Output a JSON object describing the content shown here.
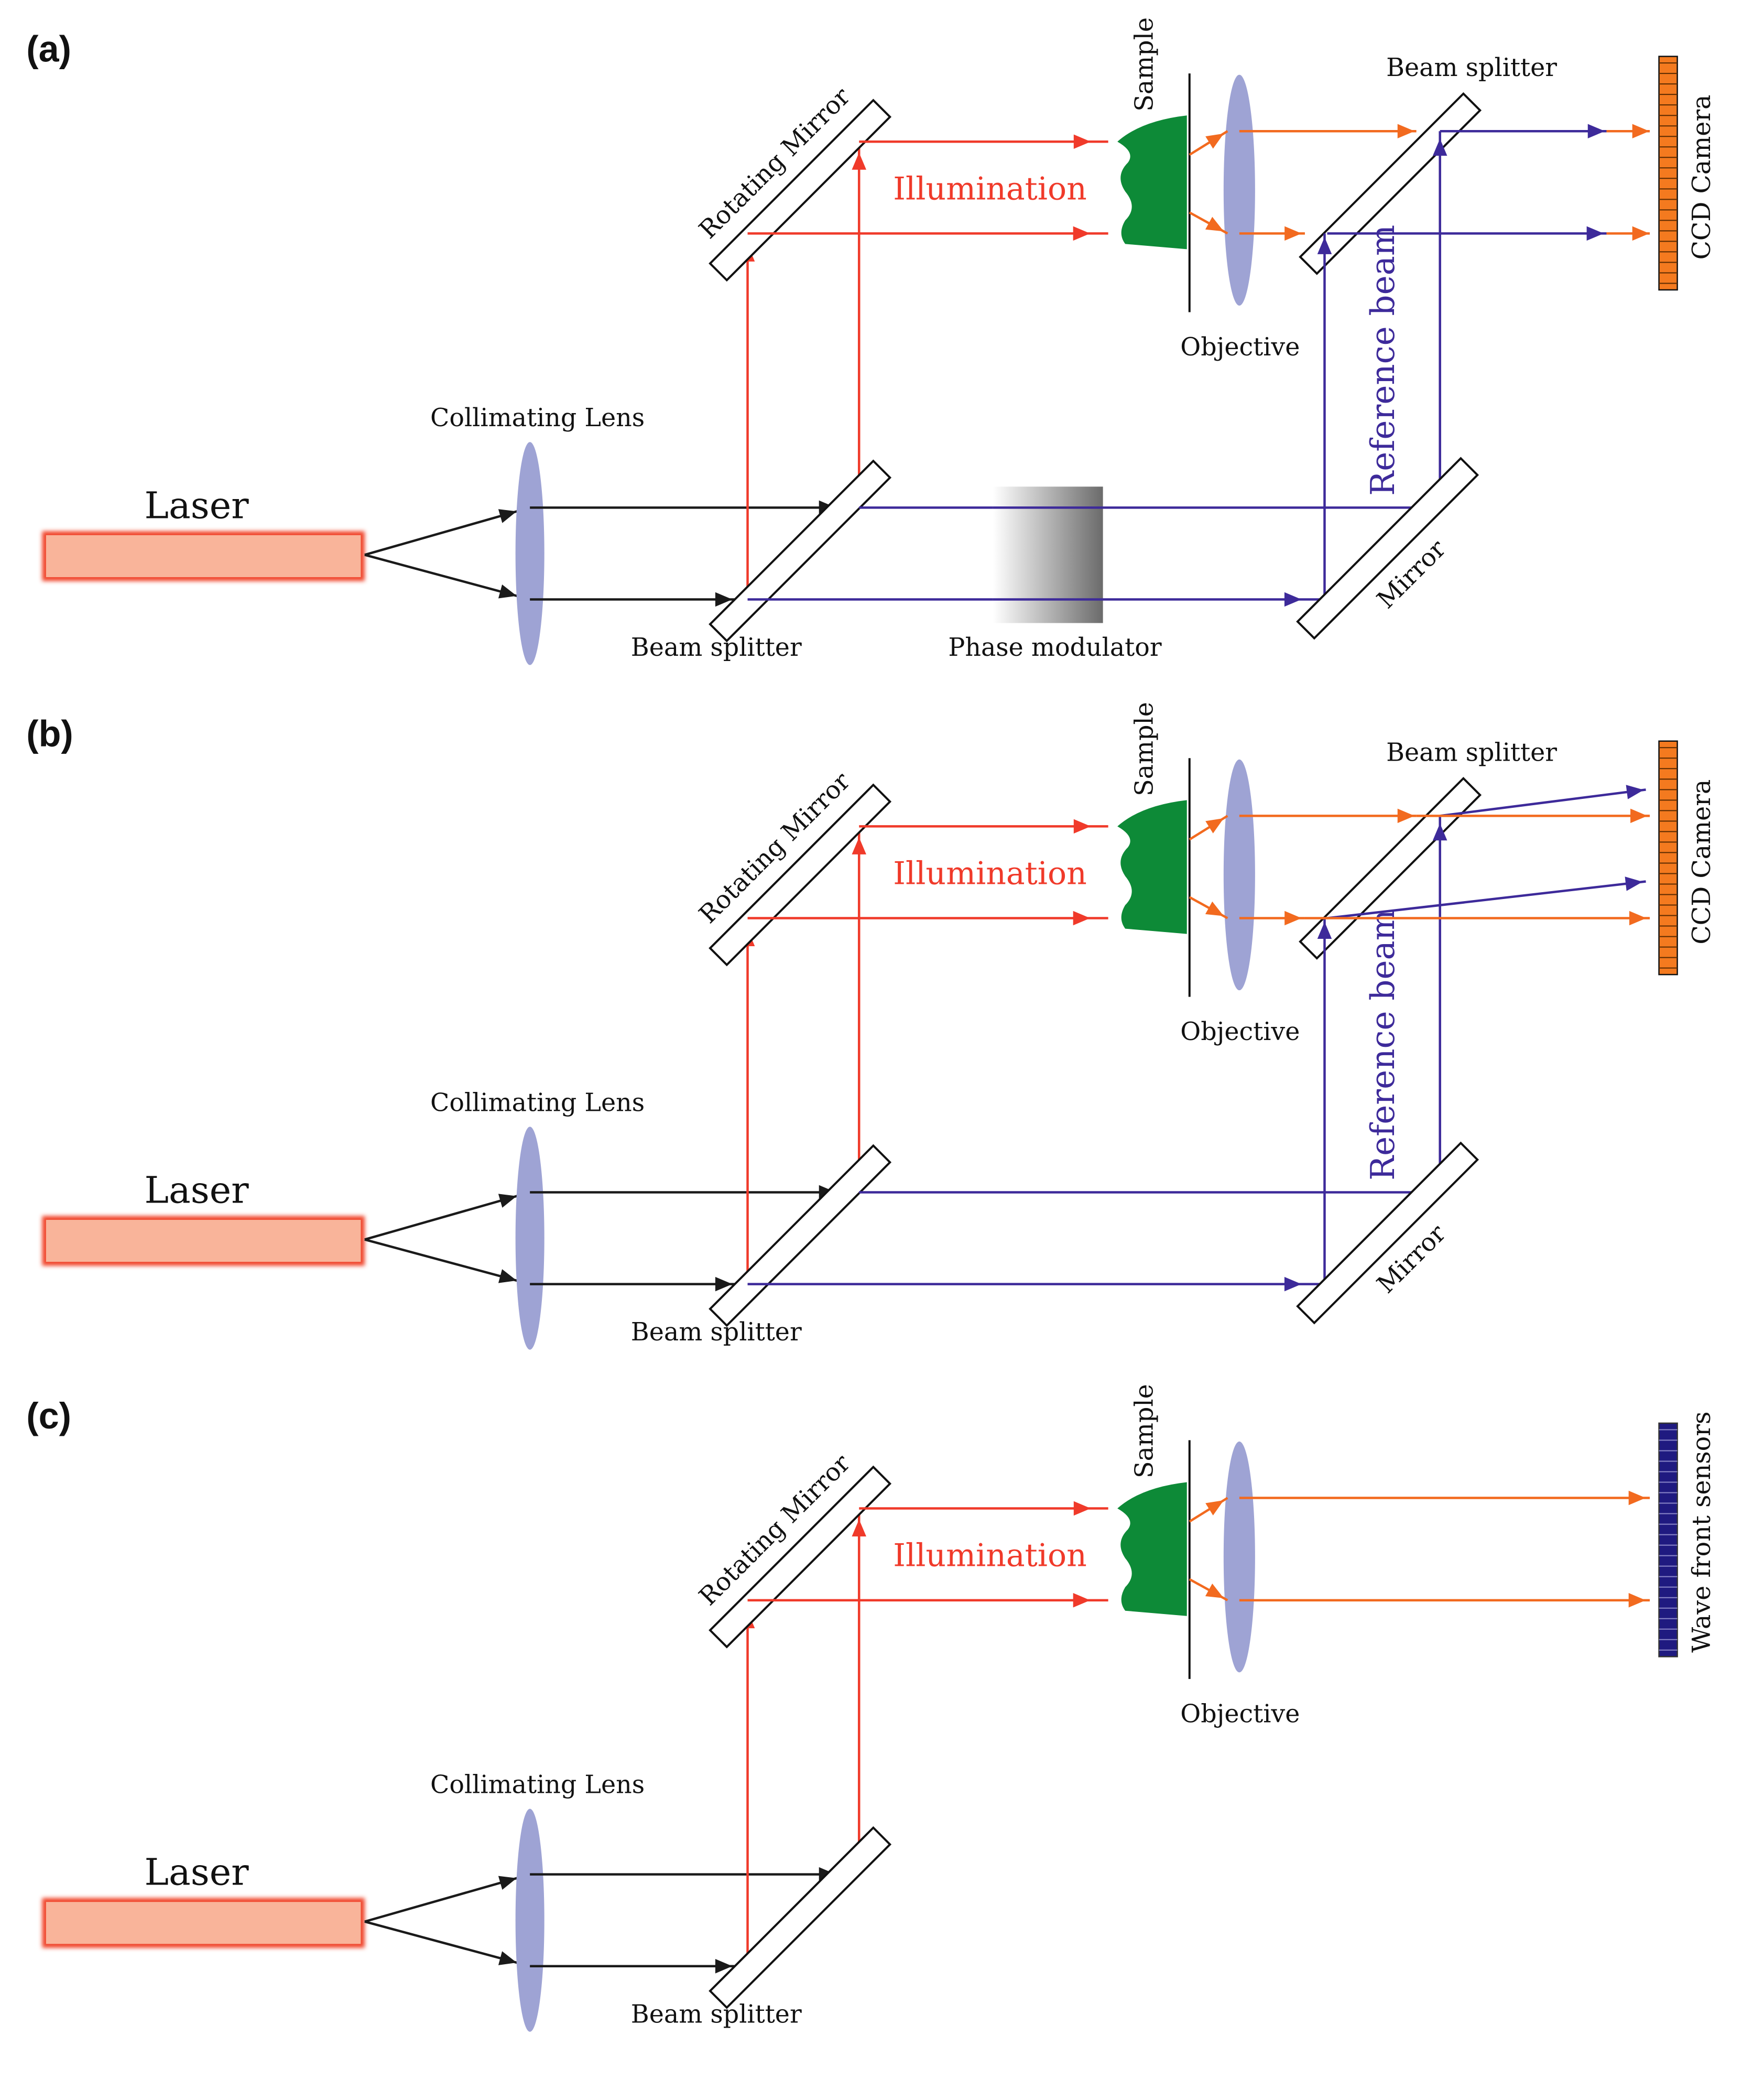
{
  "figure": {
    "panels": [
      {
        "id": "a",
        "panel_label": "(a)",
        "laser": "Laser",
        "collimating_lens": "Collimating Lens",
        "beam_splitter_1": "Beam splitter",
        "rotating_mirror": "Rotating Mirror",
        "illumination": "Illumination",
        "sample": "Sample",
        "objective": "Objective",
        "beam_splitter_2": "Beam splitter",
        "detector": "CCD Camera",
        "reference_beam": "Reference beam",
        "mirror": "Mirror",
        "phase_modulator": "Phase modulator",
        "has_reference": true,
        "has_phase_modulator": true,
        "off_axis": false
      },
      {
        "id": "b",
        "panel_label": "(b)",
        "laser": "Laser",
        "collimating_lens": "Collimating Lens",
        "beam_splitter_1": "Beam splitter",
        "rotating_mirror": "Rotating Mirror",
        "illumination": "Illumination",
        "sample": "Sample",
        "objective": "Objective",
        "beam_splitter_2": "Beam splitter",
        "detector": "CCD Camera",
        "reference_beam": "Reference beam",
        "mirror": "Mirror",
        "has_reference": true,
        "has_phase_modulator": false,
        "off_axis": true
      },
      {
        "id": "c",
        "panel_label": "(c)",
        "laser": "Laser",
        "collimating_lens": "Collimating Lens",
        "beam_splitter_1": "Beam splitter",
        "rotating_mirror": "Rotating Mirror",
        "illumination": "Illumination",
        "sample": "Sample",
        "objective": "Objective",
        "detector": "Wave front sensors",
        "has_reference": false,
        "has_phase_modulator": false,
        "off_axis": false
      }
    ]
  },
  "colors": {
    "illumination": "#f03a2a",
    "object_wave": "#f26a1f",
    "reference": "#3d2a9a",
    "laser_fill": "#f9b49a",
    "laser_glow": "#f0442c",
    "lens": "#9ea3d4",
    "sample": "#0d8a37",
    "ccd": "#f47a1f",
    "wavefront": "#1f1a80",
    "beam_black": "#1a1a1a",
    "reference_label": "#3d2a9a",
    "illumination_label": "#f03a2a"
  }
}
